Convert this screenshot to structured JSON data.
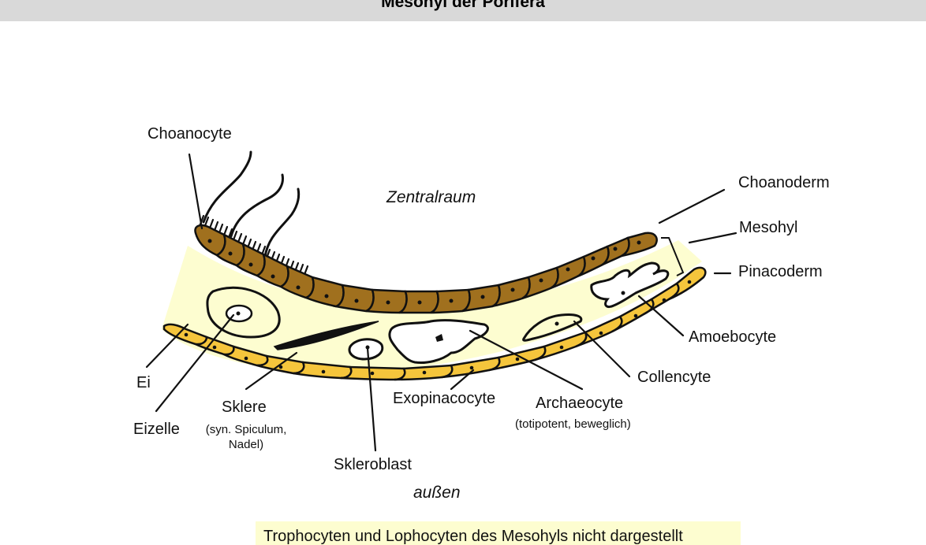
{
  "title": "Mesohyl der Porifera",
  "regions": {
    "inner": "Zentralraum",
    "outer": "außen"
  },
  "labels": {
    "choanocyte": "Choanocyte",
    "choanoderm": "Choanoderm",
    "mesohyl": "Mesohyl",
    "pinacoderm": "Pinacoderm",
    "amoebocyte": "Amoebocyte",
    "collencyte": "Collencyte",
    "archaeocyte": "Archaeocyte",
    "archaeocyte_note": "(totipotent, beweglich)",
    "exopinacocyte": "Exopinacocyte",
    "skleroblast": "Skleroblast",
    "sklere": "Sklere",
    "sklere_note_1": "(syn. Spiculum,",
    "sklere_note_2": "Nadel)",
    "ei": "Ei",
    "eizelle": "Eizelle"
  },
  "footnote": "Trophocyten und Lophocyten des Mesohyls nicht dargestellt",
  "colors": {
    "choanocyte_fill": "#a0701e",
    "pinacocyte_fill": "#f5c53c",
    "mesohyl_fill": "#fdfdd0",
    "title_bar": "#d9d9d9"
  }
}
